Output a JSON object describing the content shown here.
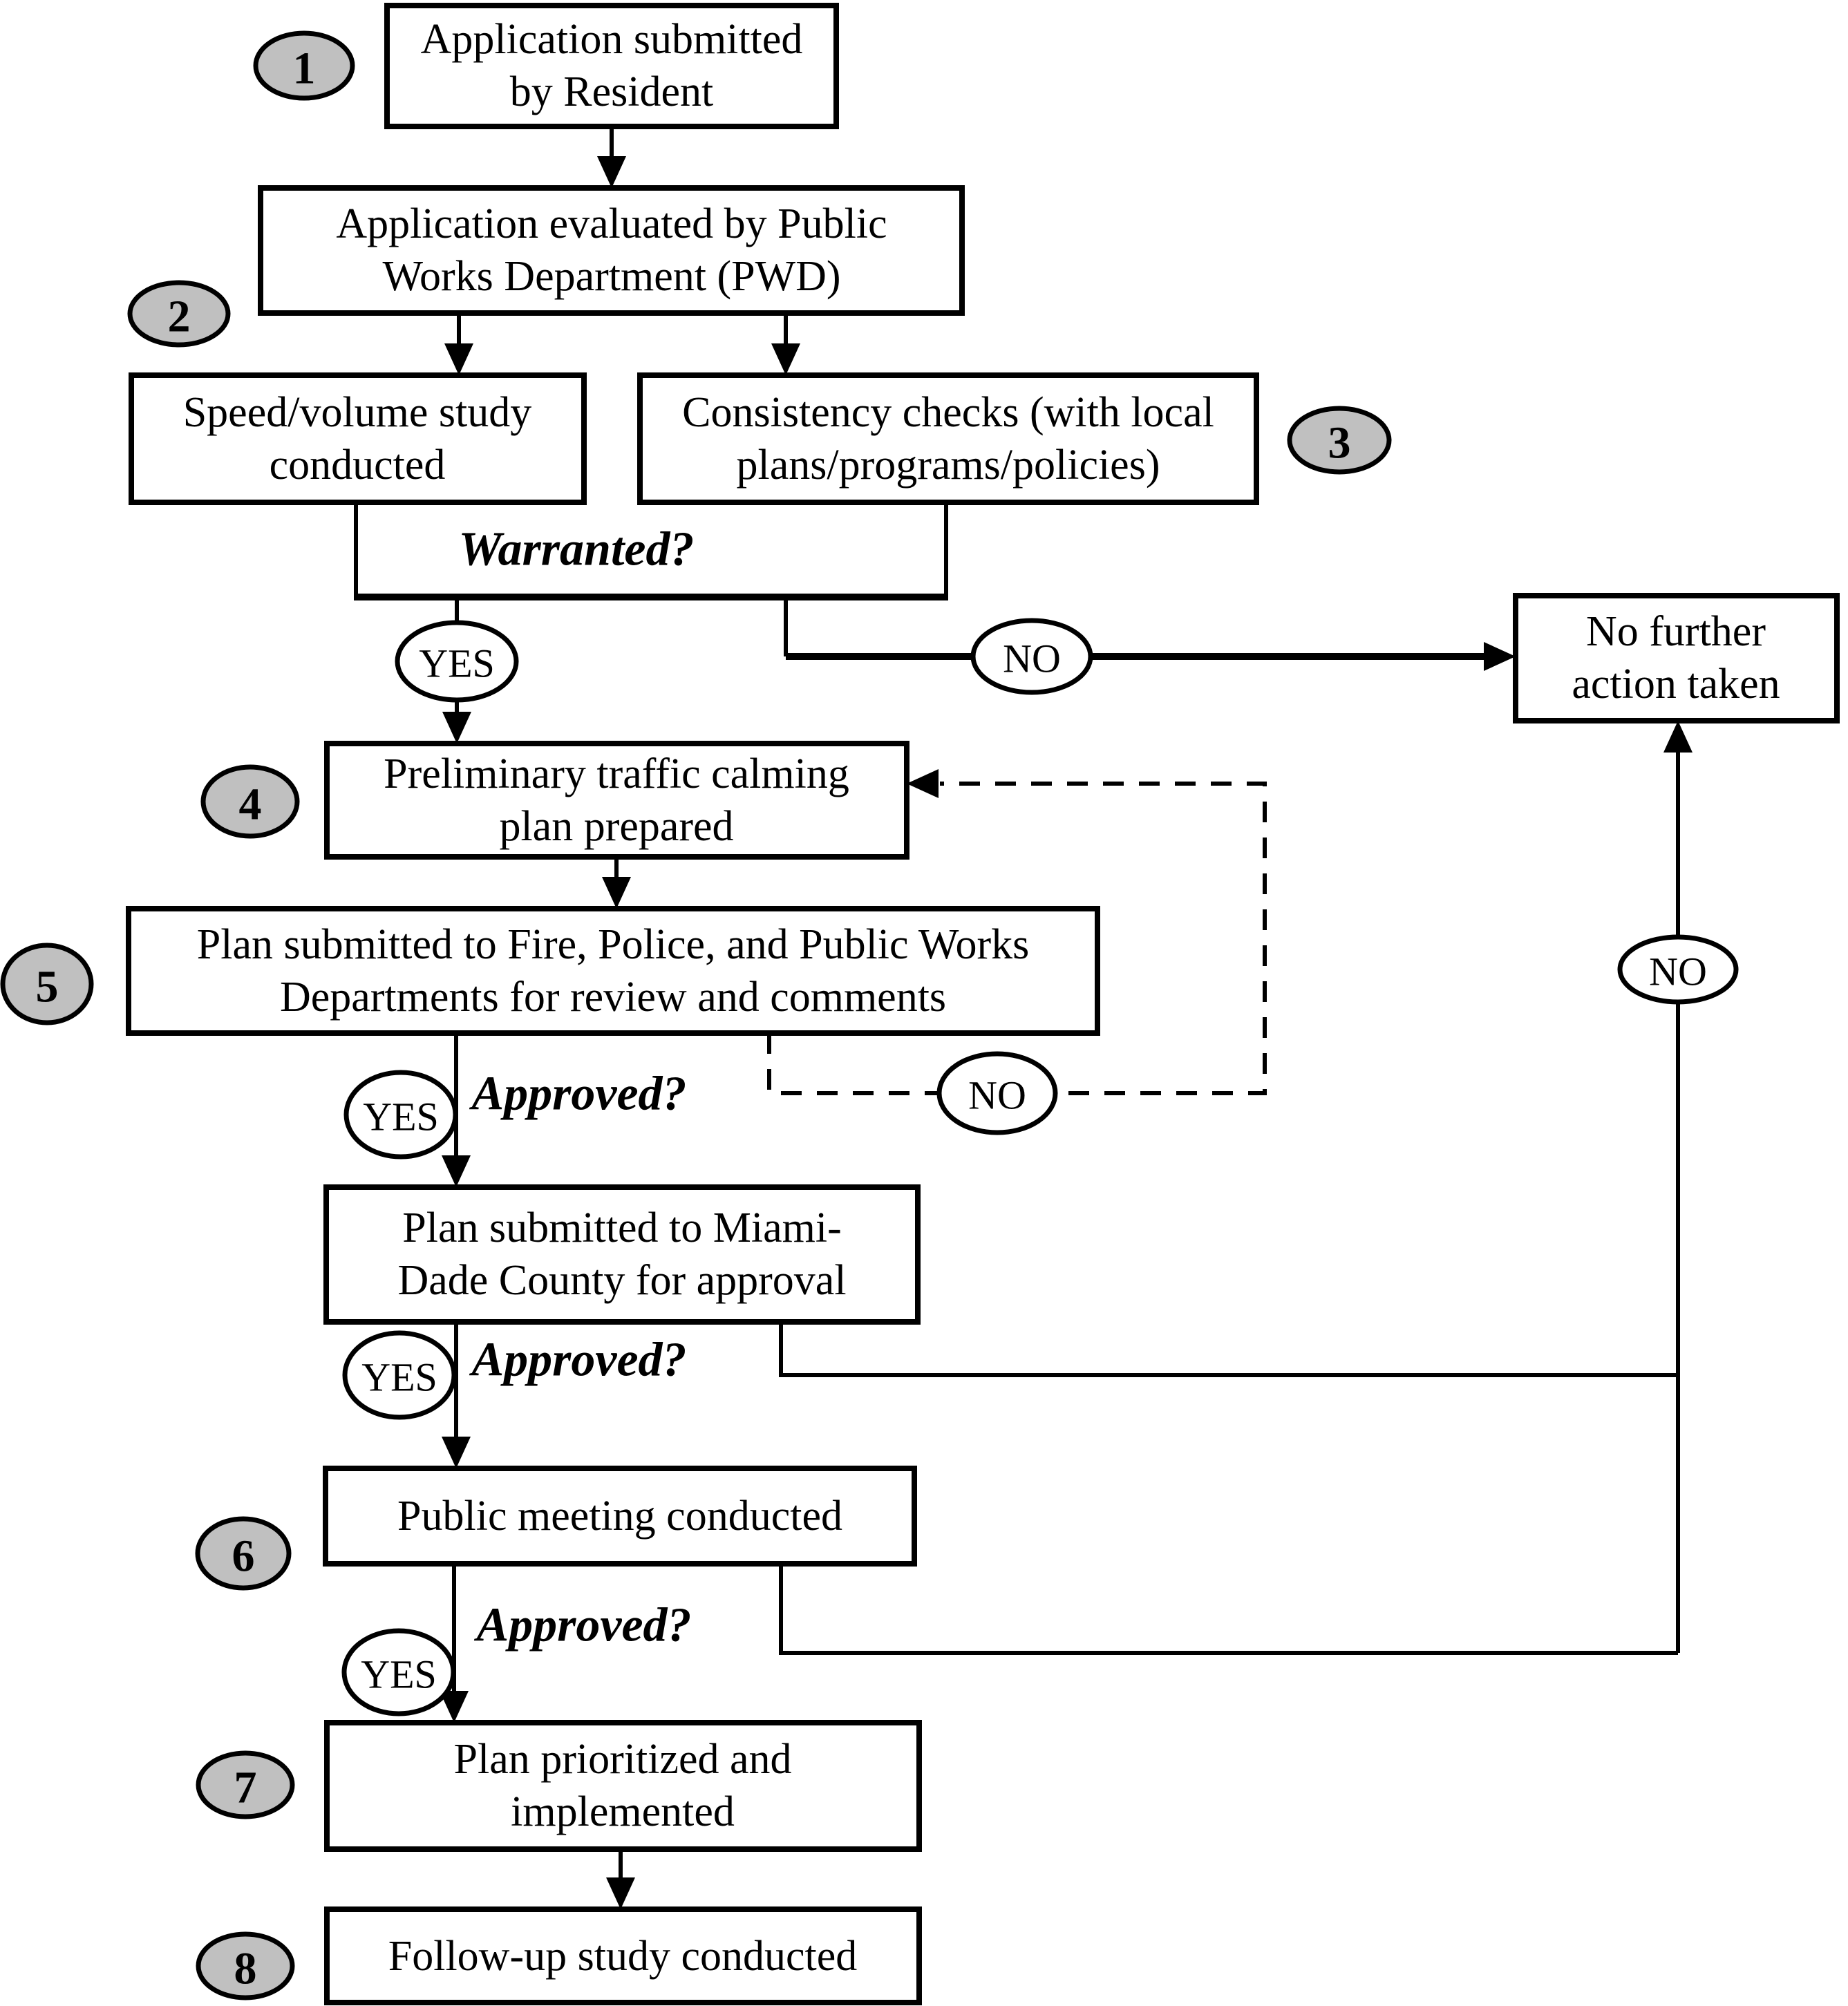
{
  "meta": {
    "title": "Traffic calming process flowchart"
  },
  "colors": {
    "background": "#ffffff",
    "line": "#000000",
    "badge_fill": "#c0c0c0",
    "box_fill": "#ffffff"
  },
  "badges": {
    "n1": "1",
    "n2": "2",
    "n3": "3",
    "n4": "4",
    "n5": "5",
    "n6": "6",
    "n7": "7",
    "n8": "8"
  },
  "nodes": {
    "application_submitted": {
      "line1": "Application submitted",
      "line2": "by Resident"
    },
    "application_evaluated": {
      "line1": "Application evaluated by Public",
      "line2": "Works Department (PWD)"
    },
    "speed_volume_study": {
      "line1": "Speed/volume study",
      "line2": "conducted"
    },
    "consistency_checks": {
      "line1": "Consistency checks (with local",
      "line2": "plans/programs/policies)"
    },
    "no_further_action": {
      "line1": "No further",
      "line2": "action taken"
    },
    "preliminary_plan": {
      "line1": "Preliminary traffic calming",
      "line2": "plan prepared"
    },
    "plan_review_departments": {
      "line1": "Plan submitted to Fire, Police, and Public Works",
      "line2": "Departments for review and comments"
    },
    "plan_county_approval": {
      "line1": "Plan submitted to Miami-",
      "line2": "Dade County for approval"
    },
    "public_meeting": {
      "line1": "Public meeting conducted"
    },
    "plan_prioritized": {
      "line1": "Plan prioritized and",
      "line2": "implemented"
    },
    "follow_up_study": {
      "line1": "Follow-up study conducted"
    }
  },
  "labels": {
    "warranted": "Warranted?",
    "approved": "Approved?",
    "yes": "YES",
    "no": "NO"
  }
}
